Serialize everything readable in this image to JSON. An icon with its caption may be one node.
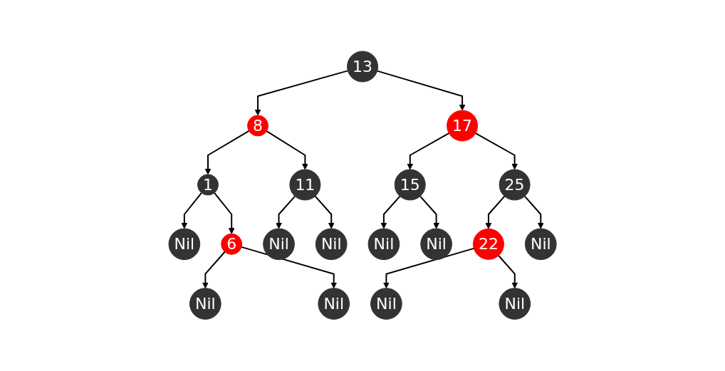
{
  "diagram": {
    "nodes": [
      {
        "text": [
          "13"
        ]
      },
      {
        "text": [
          "8"
        ]
      },
      {
        "text": [
          "17"
        ]
      },
      {
        "text": [
          "1"
        ]
      },
      {
        "text": [
          "11"
        ]
      },
      {
        "text": [
          "15"
        ]
      },
      {
        "text": [
          "25"
        ]
      },
      {
        "text": [
          "Nil"
        ]
      },
      {
        "text": [
          "6"
        ]
      },
      {
        "text": [
          "Nil"
        ]
      },
      {
        "text": [
          "Nil"
        ]
      },
      {
        "text": [
          "Nil"
        ]
      },
      {
        "text": [
          "Nil"
        ]
      },
      {
        "text": [
          "22"
        ]
      },
      {
        "text": [
          "Nil"
        ]
      },
      {
        "text": [
          "Nil"
        ]
      },
      {
        "text": [
          "Nil"
        ]
      },
      {
        "text": [
          "Nil"
        ]
      },
      {
        "text": [
          "Nil"
        ]
      }
    ],
    "edges": [
      {
        "from": 0,
        "to": 1,
        "arrow": "to"
      },
      {
        "from": 0,
        "to": 2,
        "arrow": "to"
      },
      {
        "from": 1,
        "to": 3,
        "arrow": "to"
      },
      {
        "from": 1,
        "to": 4,
        "arrow": "to"
      },
      {
        "from": 2,
        "to": 5,
        "arrow": "to"
      },
      {
        "from": 2,
        "to": 6,
        "arrow": "to"
      },
      {
        "from": 3,
        "to": 7,
        "arrow": "to"
      },
      {
        "from": 3,
        "to": 8,
        "arrow": "to"
      },
      {
        "from": 4,
        "to": 9,
        "arrow": "to"
      },
      {
        "from": 4,
        "to": 10,
        "arrow": "to"
      },
      {
        "from": 5,
        "to": 11,
        "arrow": "to"
      },
      {
        "from": 5,
        "to": 12,
        "arrow": "to"
      },
      {
        "from": 6,
        "to": 13,
        "arrow": "to"
      },
      {
        "from": 6,
        "to": 14,
        "arrow": "to"
      },
      {
        "from": 8,
        "to": 15,
        "arrow": "to"
      },
      {
        "from": 8,
        "to": 16,
        "arrow": "to"
      },
      {
        "from": 13,
        "to": 17,
        "arrow": "to"
      },
      {
        "from": 13,
        "to": 18,
        "arrow": "to"
      }
    ]
  }
}
